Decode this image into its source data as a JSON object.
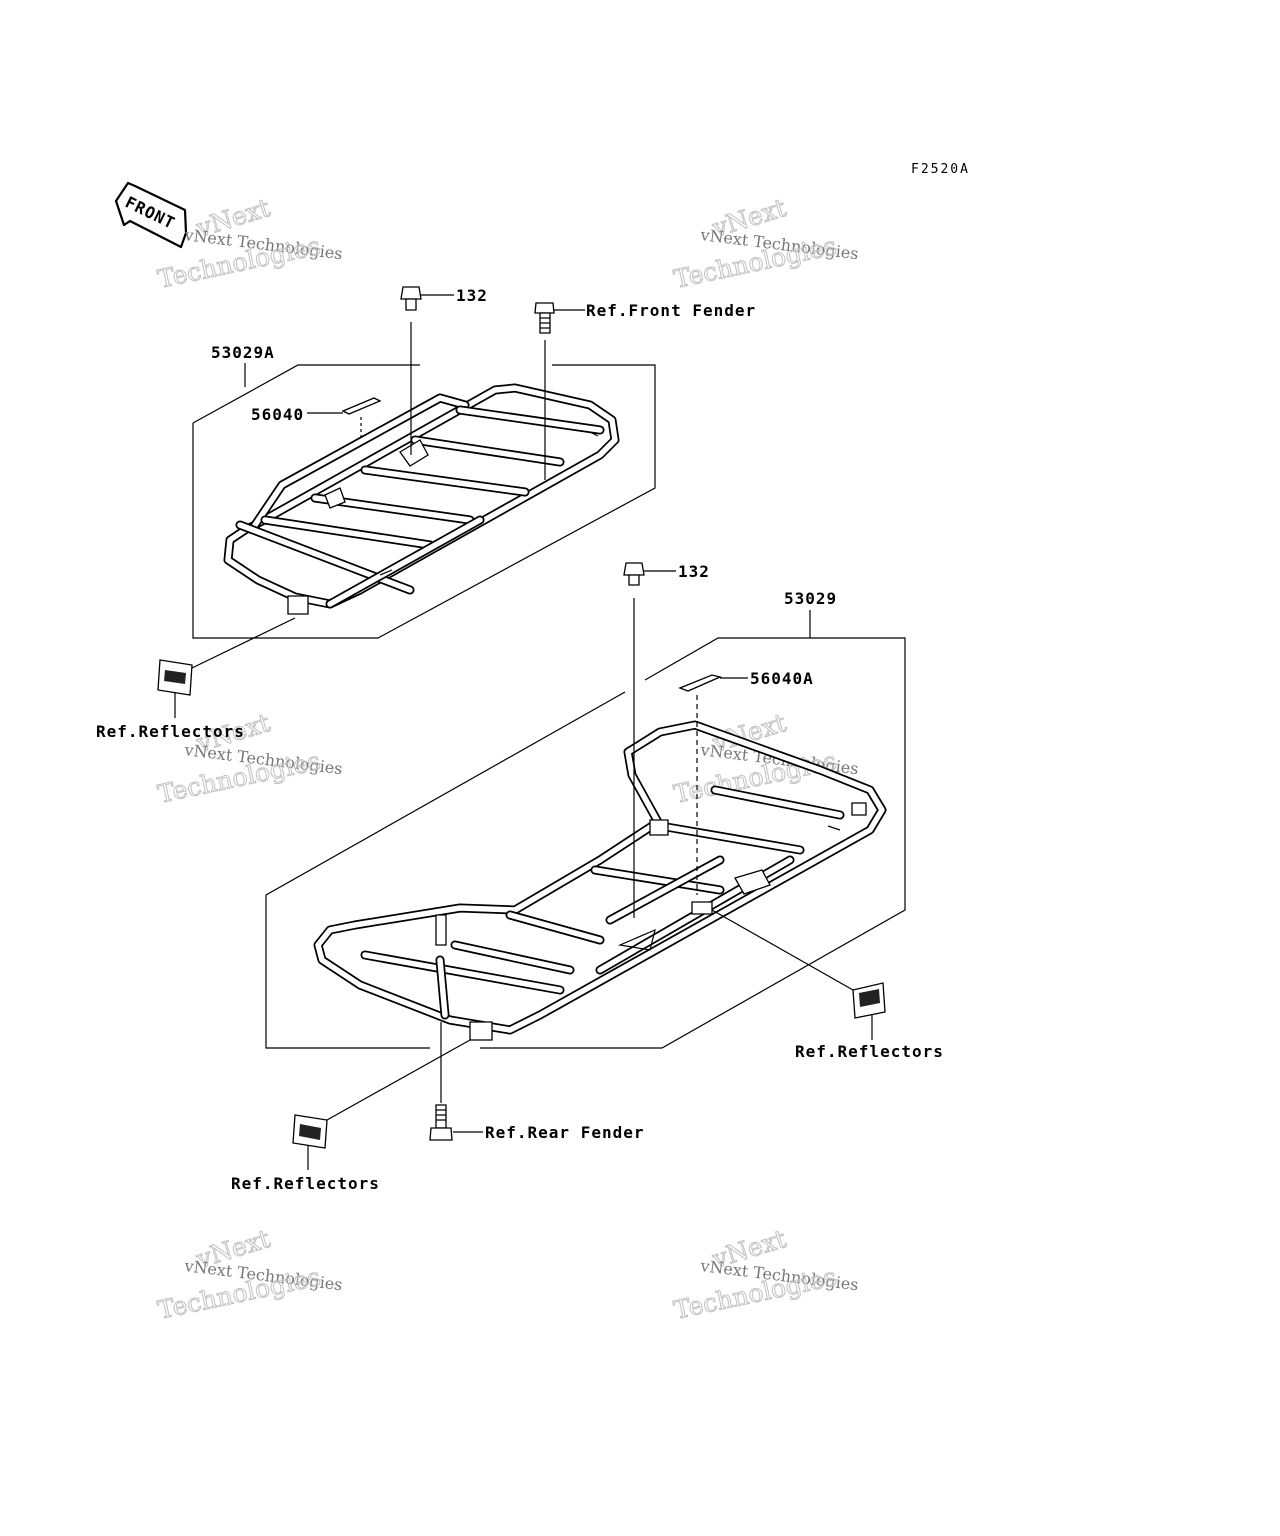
{
  "diagram_code": "F2520A",
  "front_arrow_text": "FRONT",
  "callouts": {
    "top_rack": "53029A",
    "top_rack_label": "56040",
    "top_bolt": "132",
    "ref_front_fender": "Ref.Front Fender",
    "top_reflectors": "Ref.Reflectors",
    "rear_rack": "53029",
    "rear_rack_label": "56040A",
    "rear_bolt": "132",
    "right_reflectors": "Ref.Reflectors",
    "ref_rear_fender": "Ref.Rear Fender",
    "bottom_reflectors": "Ref.Reflectors"
  },
  "watermark": {
    "line1": "vNext",
    "line2": "vNext Technologies",
    "line3": "Technologies"
  },
  "colors": {
    "ink": "#000000",
    "watermark": "#777777"
  }
}
